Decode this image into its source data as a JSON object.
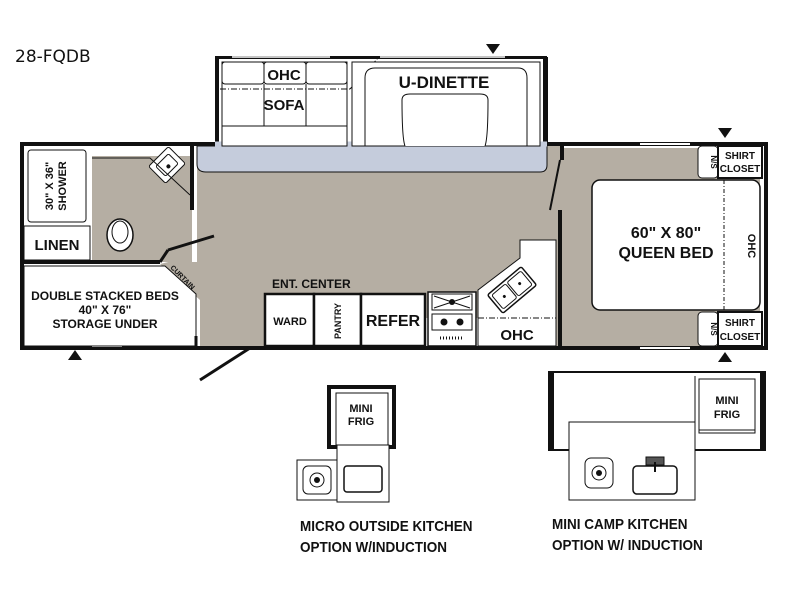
{
  "model": "28-FQDB",
  "colors": {
    "floor": "#b5aea3",
    "slide": "#c5ccdc",
    "wall": "#111111",
    "fixture": "#ffffff"
  },
  "rooms": {
    "ohc_top": "OHC",
    "sofa": "SOFA",
    "dinette": "U-DINETTE",
    "shower_line1": "30\" X 36\"",
    "shower_line2": "SHOWER",
    "linen": "LINEN",
    "curtain": "CURTAIN",
    "bunk_line1": "DOUBLE STACKED BEDS",
    "bunk_line2": "40\" X 76\"",
    "bunk_line3": "STORAGE UNDER",
    "ent_center": "ENT. CENTER",
    "ward": "WARD",
    "pantry": "PANTRY",
    "refer": "REFER",
    "ohc_kitchen": "OHC",
    "bed_line1": "60\" X 80\"",
    "bed_line2": "QUEEN BED",
    "ohc_bed": "OHC",
    "ns_top": "N/S",
    "ns_bottom": "N/S",
    "closet_top_1": "SHIRT",
    "closet_top_2": "CLOSET",
    "closet_bottom_1": "SHIRT",
    "closet_bottom_2": "CLOSET"
  },
  "options": [
    {
      "fridge_line1": "MINI",
      "fridge_line2": "FRIG",
      "caption_line1": "MICRO OUTSIDE KITCHEN",
      "caption_line2": "OPTION W/INDUCTION"
    },
    {
      "fridge_line1": "MINI",
      "fridge_line2": "FRIG",
      "caption_line1": "MINI CAMP KITCHEN",
      "caption_line2": "OPTION W/ INDUCTION"
    }
  ]
}
